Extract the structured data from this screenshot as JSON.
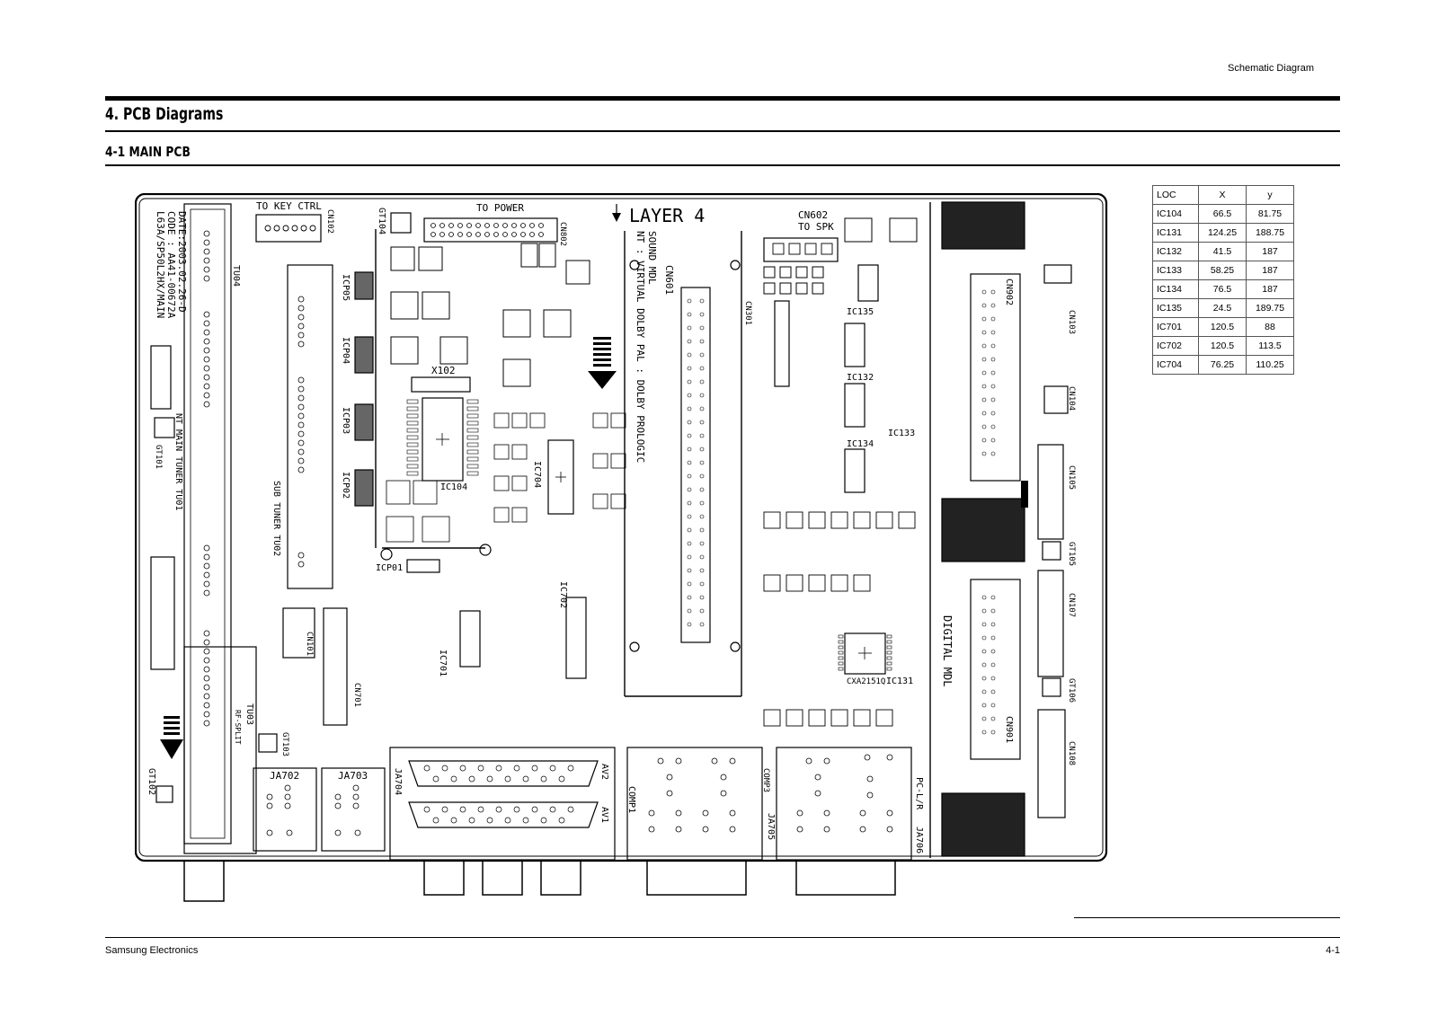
{
  "header": {
    "label": "Schematic Diagram"
  },
  "title": "4. PCB Diagrams",
  "subtitle": "4-1 MAIN PCB",
  "loc_table": {
    "headers": [
      "LOC",
      "X",
      "y"
    ],
    "rows": [
      [
        "IC104",
        "66.5",
        "81.75"
      ],
      [
        "IC131",
        "124.25",
        "188.75"
      ],
      [
        "IC132",
        "41.5",
        "187"
      ],
      [
        "IC133",
        "58.25",
        "187"
      ],
      [
        "IC134",
        "76.5",
        "187"
      ],
      [
        "IC135",
        "24.5",
        "189.75"
      ],
      [
        "IC701",
        "120.5",
        "88"
      ],
      [
        "IC702",
        "120.5",
        "113.5"
      ],
      [
        "IC704",
        "76.25",
        "110.25"
      ]
    ]
  },
  "pcb_labels": {
    "layer": "LAYER 4",
    "to_key_ctrl": "TO KEY CTRL",
    "cn102": "CN102",
    "to_power": "TO POWER",
    "cn802": "CN802",
    "cn602": "CN602",
    "to_spk": "TO SPK",
    "gt104": "GT104",
    "model_code": "L63A/SP50L2HX/MAIN",
    "code": "CODE : AA41-00672A",
    "date": "DATE:2003.02.26-D",
    "tu04": "TU04",
    "sound_mdl": "SOUND MDL",
    "virtual_dolby": "NT : VIRTUAL DOLBY PAL : DOLBY PROLOGIC",
    "cn601": "CN601",
    "cn301": "CN301",
    "icp05": "ICP05",
    "icp04": "ICP04",
    "icp03": "ICP03",
    "icp02": "ICP02",
    "icp01": "ICP01",
    "x102": "X102",
    "ic104": "IC104",
    "ic135": "IC135",
    "ic132": "IC132",
    "ic134": "IC134",
    "ic133": "IC133",
    "ic131": "IC131",
    "ic702": "IC702",
    "ic701": "IC701",
    "ic704": "IC704",
    "cxa": "CXA2151Q",
    "digital_mdl": "DIGITAL MDL",
    "cn902": "CN902",
    "cn901": "CN901",
    "cn103": "CN103",
    "cn104": "CN104",
    "cn105": "CN105",
    "gt105": "GT105",
    "cn107": "CN107",
    "gt106": "GT106",
    "cn108": "CN108",
    "gt101": "GT101",
    "nt_main_tuner": "NT MAIN TUNER TU01",
    "sub_tuner": "SUB TUNER TU02",
    "tu03": "TU03",
    "gt102": "GT102",
    "gt103": "GT103",
    "cn701": "CN701",
    "cn101": "CN101",
    "ja702": "JA702",
    "ja703": "JA703",
    "ja704": "JA704",
    "ja705": "JA705",
    "ja706": "JA706",
    "av1": "AV1",
    "av2": "AV2",
    "comp1": "COMP1",
    "comp3": "COMP3",
    "pc_lr": "PC-L/R",
    "rf_split": "RF-SPLIT"
  },
  "footer": {
    "left": "Samsung Electronics",
    "right": "4-1"
  }
}
